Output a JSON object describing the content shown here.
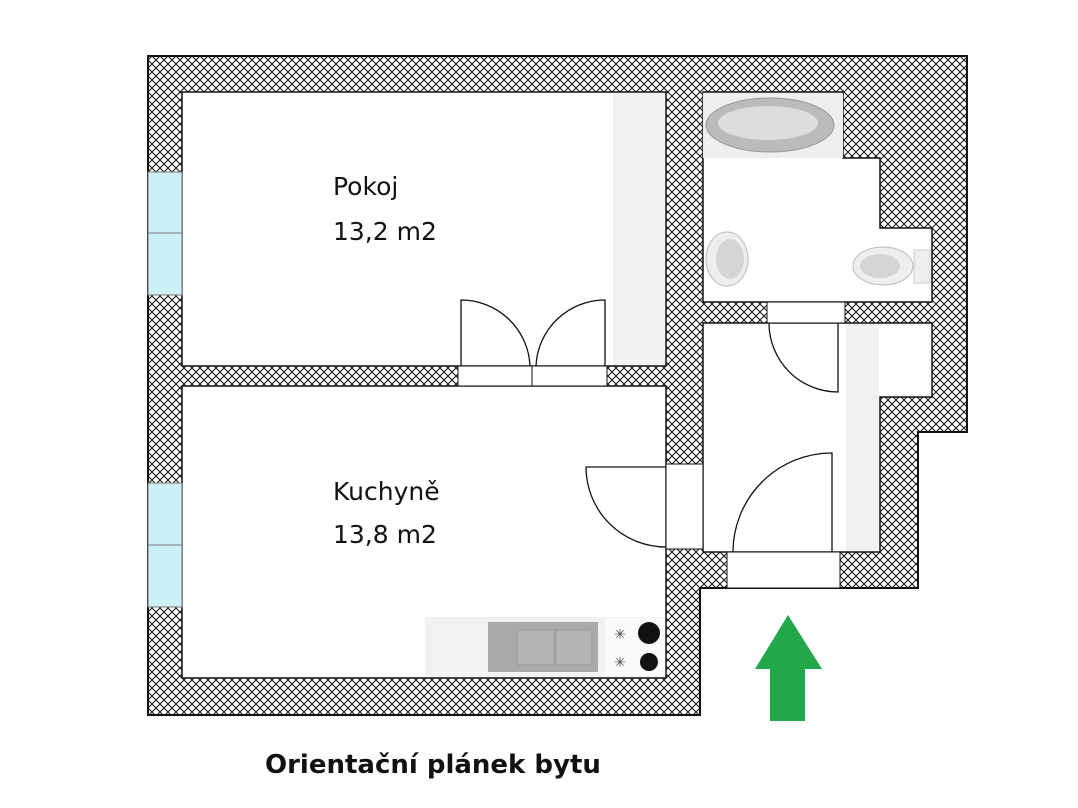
{
  "title": "Orientační plánek bytu",
  "rooms": [
    {
      "name": "Pokoj",
      "area": "13,2 m2"
    },
    {
      "name": "Kuchyně",
      "area": "13,8 m2"
    }
  ],
  "entrance_arrow_color": "#22a84a",
  "window_color": "#cdeff8",
  "icons": [
    "bathtub-icon",
    "washbasin-icon",
    "toilet-icon",
    "kitchen-sink-icon",
    "stove-icon",
    "entrance-arrow-icon"
  ]
}
